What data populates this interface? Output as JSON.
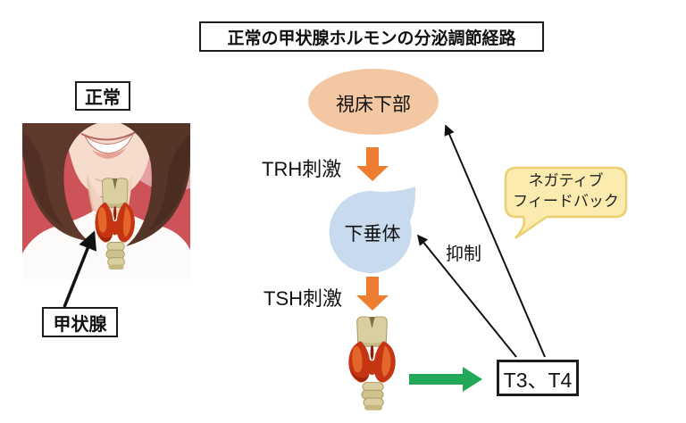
{
  "title": "正常の甲状腺ホルモンの分泌調節経路",
  "left_panel": {
    "normal_label": "正常",
    "thyroid_label": "甲状腺",
    "photo": "smiling-woman-neck-photo",
    "photo_overlay": "thyroid-gland-illustration"
  },
  "pathway": {
    "hypothalamus_label": "視床下部",
    "trh_label": "TRH刺激",
    "pituitary_label": "下垂体",
    "tsh_label": "TSH刺激",
    "thyroid_illustration": "thyroid-gland-illustration",
    "hormones_label": "T3、T4",
    "inhibition_label": "抑制"
  },
  "callout": {
    "line1": "ネガティブ",
    "line2": "フィードバック"
  },
  "colors": {
    "stimulation_arrow": "#ED7D31",
    "secretion_arrow": "#22A857",
    "hypothalamus_fill": "#F4C7A3",
    "pituitary_fill": "#C7DAEE",
    "callout_fill": "#FBEBAE",
    "callout_border": "#EDCE71",
    "line_color": "#111111"
  }
}
